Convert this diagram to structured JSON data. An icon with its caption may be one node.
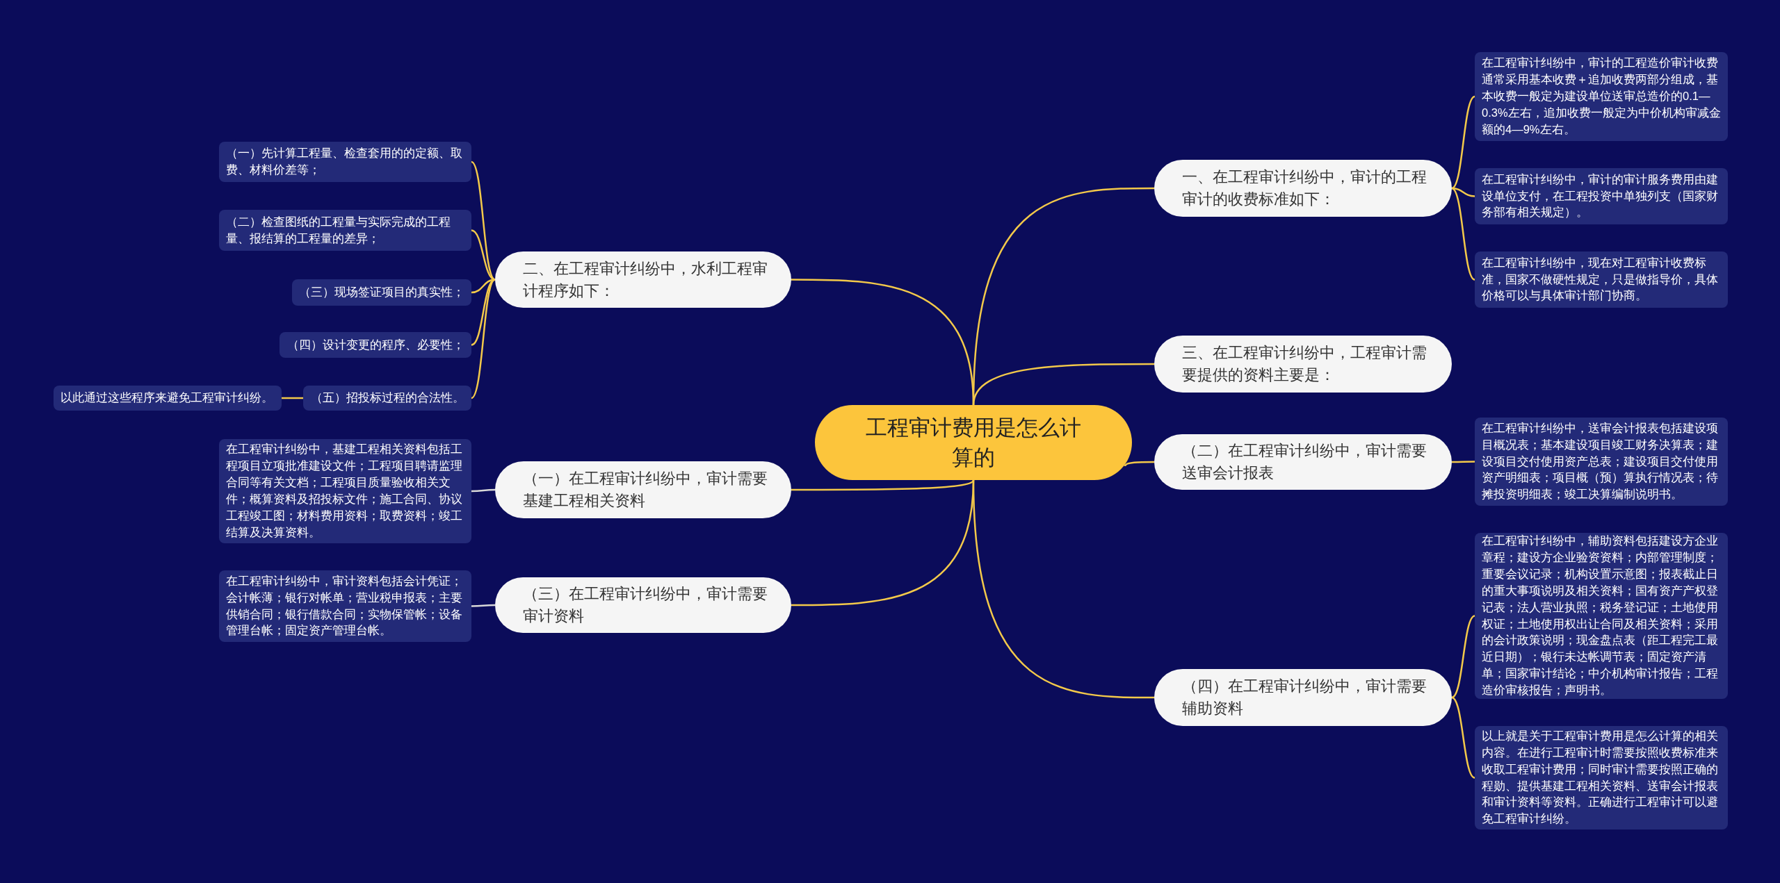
{
  "diagram": {
    "nodes": [
      {
        "text": [
          "工程审计费用是怎么计算的"
        ]
      },
      {
        "text": [
          "一、在工程审计纠纷中，审计的工程审计的收费标准如下："
        ]
      },
      {
        "text": [
          "三、在工程审计纠纷中，工程审计需要提供的资料主要是："
        ]
      },
      {
        "text": [
          "（二）在工程审计纠纷中，审计需要送审会计报表"
        ]
      },
      {
        "text": [
          "（四）在工程审计纠纷中，审计需要辅助资料"
        ]
      },
      {
        "text": [
          "在工程审计纠纷中，审计的工程造价审计收费通常采用基本收费＋追加收费两部分组成，基本收费一般定为建设单位送审总造价的0.1—0.3%左右，追加收费一般定为中价机构审减金额的4—9%左右。"
        ]
      },
      {
        "text": [
          "在工程审计纠纷中，审计的审计服务费用由建设单位支付，在工程投资中单独列支（国家财务部有相关规定）。"
        ]
      },
      {
        "text": [
          "在工程审计纠纷中，现在对工程审计收费标准，国家不做硬性规定，只是做指导价，具体价格可以与具体审计部门协商。"
        ]
      },
      {
        "text": [
          "在工程审计纠纷中，送审会计报表包括建设项目概况表；基本建设项目竣工财务决算表；建设项目交付使用资产总表；建设项目交付使用资产明细表；项目概（预）算执行情况表；待摊投资明细表；竣工决算编制说明书。"
        ]
      },
      {
        "text": [
          "在工程审计纠纷中，辅助资料包括建设方企业章程；建设方企业验资资料；内部管理制度；重要会议记录；机构设置示意图；报表截止日的重大事项说明及相关资料；国有资产产权登记表；法人营业执照；税务登记证；土地使用权证；土地使用权出让合同及相关资料；采用的会计政策说明；现金盘点表（距工程完工最近日期）；银行未达帐调节表；固定资产清单；国家审计结论；中介机构审计报告；工程造价审核报告；声明书。"
        ]
      },
      {
        "text": [
          "以上就是关于工程审计费用是怎么计算的相关内容。在进行工程审计时需要按照收费标准来收取工程审计费用；同时审计需要按照正确的程勋、提供基建工程相关资料、送审会计报表和审计资料等资料。正确进行工程审计可以避免工程审计纠纷。"
        ]
      },
      {
        "text": [
          "二、在工程审计纠纷中，水利工程审计程序如下："
        ]
      },
      {
        "text": [
          "（一）在工程审计纠纷中，审计需要基建工程相关资料"
        ]
      },
      {
        "text": [
          "（三）在工程审计纠纷中，审计需要审计资料"
        ]
      },
      {
        "text": [
          "（一）先计算工程量、检查套用的的定额、取费、材料价差等；"
        ]
      },
      {
        "text": [
          "（二）检查图纸的工程量与实际完成的工程量、报结算的工程量的差异；"
        ]
      },
      {
        "text": [
          "（三）现场签证项目的真实性；"
        ]
      },
      {
        "text": [
          "（四）设计变更的程序、必要性；"
        ]
      },
      {
        "text": [
          "（五）招投标过程的合法性。"
        ]
      },
      {
        "text": [
          "以此通过这些程序来避免工程审计纠纷。"
        ]
      },
      {
        "text": [
          "在工程审计纠纷中，基建工程相关资料包括工程项目立项批准建设文件；工程项目聘请监理合同等有关文档；工程项目质量验收相关文件；概算资料及招投标文件；施工合同、协议工程竣工图；材料费用资料；取费资料；竣工结算及决算资料。"
        ]
      },
      {
        "text": [
          "在工程审计纠纷中，审计资料包括会计凭证；会计帐薄；银行对帐单；营业税申报表；主要供销合同；银行借款合同；实物保管帐；设备管理台帐；固定资产管理台帐。"
        ]
      }
    ],
    "edges": [
      {
        "from": 0,
        "to": 1,
        "arrow": "none"
      },
      {
        "from": 0,
        "to": 2,
        "arrow": "none"
      },
      {
        "from": 0,
        "to": 3,
        "arrow": "none"
      },
      {
        "from": 0,
        "to": 4,
        "arrow": "none"
      },
      {
        "from": 0,
        "to": 11,
        "arrow": "none"
      },
      {
        "from": 0,
        "to": 12,
        "arrow": "none"
      },
      {
        "from": 0,
        "to": 13,
        "arrow": "none"
      },
      {
        "from": 1,
        "to": 5,
        "arrow": "none"
      },
      {
        "from": 1,
        "to": 6,
        "arrow": "none"
      },
      {
        "from": 1,
        "to": 7,
        "arrow": "none"
      },
      {
        "from": 3,
        "to": 8,
        "arrow": "none"
      },
      {
        "from": 4,
        "to": 9,
        "arrow": "none"
      },
      {
        "from": 4,
        "to": 10,
        "arrow": "none"
      },
      {
        "from": 11,
        "to": 14,
        "arrow": "none"
      },
      {
        "from": 11,
        "to": 15,
        "arrow": "none"
      },
      {
        "from": 11,
        "to": 16,
        "arrow": "none"
      },
      {
        "from": 11,
        "to": 17,
        "arrow": "none"
      },
      {
        "from": 11,
        "to": 18,
        "arrow": "none"
      },
      {
        "from": 18,
        "to": 19,
        "arrow": "none"
      },
      {
        "from": 12,
        "to": 20,
        "arrow": "none",
        "color": "#d8d8d8"
      },
      {
        "from": 13,
        "to": 21,
        "arrow": "none",
        "color": "#d8d8d8"
      }
    ]
  }
}
